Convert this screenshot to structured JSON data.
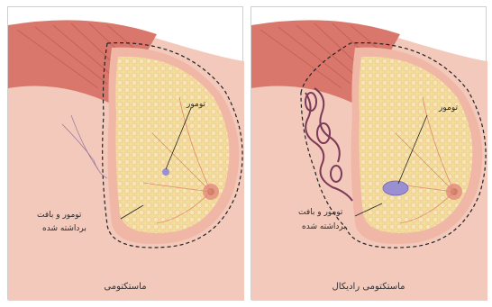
{
  "panels": [
    {
      "caption": "ماستکتومی",
      "tumor_label": "تومور",
      "removed_label_line1": "تومور و بافت",
      "removed_label_line2": "برداشته شده"
    },
    {
      "caption": "ماستکتومی رادیکال",
      "tumor_label": "تومور",
      "removed_label_line1": "تومور و بافت",
      "removed_label_line2": "برداشته شده"
    }
  ],
  "colors": {
    "skin": "#f3c9bb",
    "muscle": "#d9776c",
    "fat": "#f4dc9a",
    "tumor": "#9a8fd0",
    "lymph": "#7b3a58"
  }
}
